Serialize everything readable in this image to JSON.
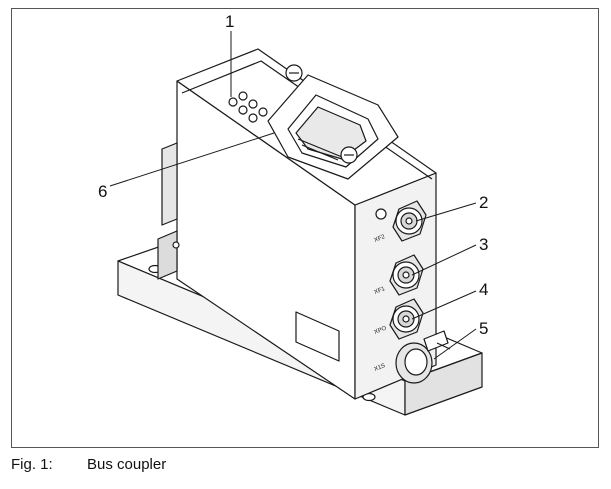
{
  "figure": {
    "callouts": [
      {
        "id": "1",
        "label": "1"
      },
      {
        "id": "2",
        "label": "2"
      },
      {
        "id": "3",
        "label": "3"
      },
      {
        "id": "4",
        "label": "4"
      },
      {
        "id": "5",
        "label": "5"
      },
      {
        "id": "6",
        "label": "6"
      }
    ],
    "port_labels": {
      "xf2": "XF2",
      "xf1": "XF1",
      "xpo": "XPO",
      "x1s": "X1S"
    }
  },
  "caption": {
    "number": "Fig. 1:",
    "text": "Bus coupler"
  },
  "colors": {
    "line": "#1a1a1a",
    "fill": "#ffffff",
    "shade": "#d8d8d8",
    "frame": "#555555"
  }
}
